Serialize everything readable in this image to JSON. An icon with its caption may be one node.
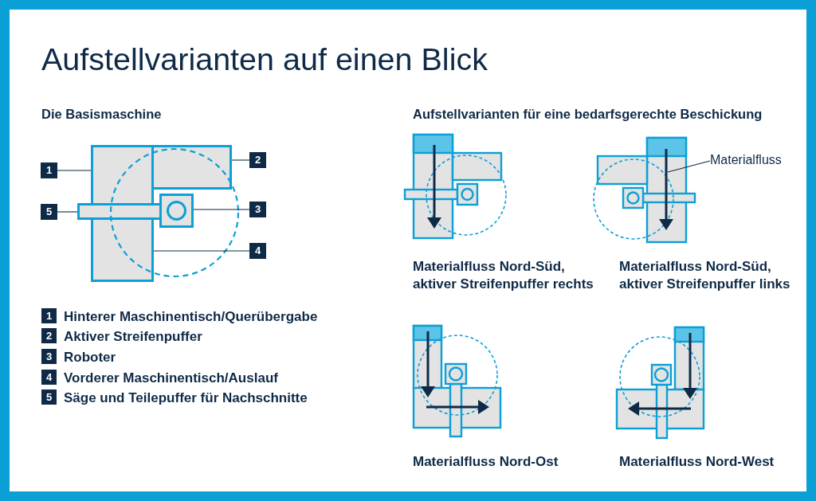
{
  "diagram": {
    "title": "Aufstellvarianten auf einen Blick",
    "nodes": [
      {
        "text": [
          "1"
        ]
      },
      {
        "text": [
          "2"
        ]
      },
      {
        "text": [
          "3"
        ]
      },
      {
        "text": [
          "4"
        ]
      },
      {
        "text": [
          "5"
        ]
      },
      {
        "text": [],
        "shape": "box"
      },
      {
        "text": [],
        "shape": "box"
      },
      {
        "text": [],
        "shape": "box"
      },
      {
        "text": [],
        "shape": "box"
      },
      {
        "text": [],
        "shape": "bar"
      },
      {
        "text": [
          "1"
        ],
        "beside": [
          "Hinterer Maschinentisch/Querübergabe"
        ]
      },
      {
        "text": [
          "2"
        ],
        "beside": [
          "Aktiver Streifenpuffer"
        ]
      },
      {
        "text": [
          "3"
        ],
        "beside": [
          "Roboter"
        ]
      },
      {
        "text": [
          "4"
        ],
        "beside": [
          "Vorderer Maschinentisch/Auslauf"
        ]
      },
      {
        "text": [
          "5"
        ],
        "beside": [
          "Säge und Teilepuffer für Nachschnitte"
        ]
      },
      {
        "text": [
          "Materialfluss"
        ]
      },
      {
        "text": [],
        "shape": "arrow"
      }
    ],
    "edges": [
      {
        "from": 0,
        "to": 5,
        "arrow": "none"
      },
      {
        "from": 1,
        "to": 6,
        "arrow": "none"
      },
      {
        "from": 2,
        "to": 7,
        "arrow": "none"
      },
      {
        "from": 3,
        "to": 8,
        "arrow": "none"
      },
      {
        "from": 4,
        "to": 9,
        "arrow": "none"
      },
      {
        "from": 15,
        "to": 16,
        "arrow": "none"
      }
    ],
    "labels": [
      "Die Basismaschine",
      "Aufstellvarianten für eine bedarfsgerechte Beschickung",
      "Materialfluss Nord-Süd, aktiver Streifenpuffer rechts",
      "Materialfluss Nord-Süd, aktiver Streifenpuffer links",
      "Materialfluss Nord-Ost",
      "Materialfluss Nord-West"
    ]
  }
}
